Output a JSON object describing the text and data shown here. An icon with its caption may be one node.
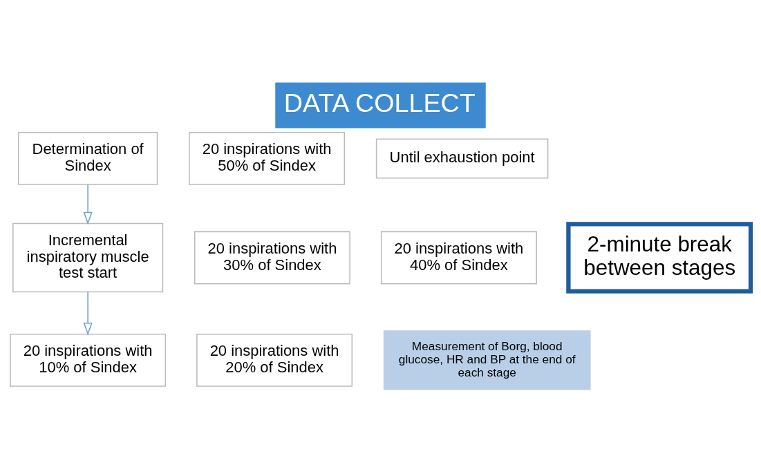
{
  "diagram": {
    "title": "DATA COLLECT",
    "nodes": [
      {
        "text": [
          "Determination of Sindex"
        ]
      },
      {
        "text": [
          "Incremental inspiratory muscle test start"
        ]
      },
      {
        "text": [
          "20 inspirations with 10% of Sindex"
        ]
      },
      {
        "text": [
          "20 inspirations with 20% of Sindex"
        ]
      },
      {
        "text": [
          "20 inspirations with 30% of Sindex"
        ]
      },
      {
        "text": [
          "20 inspirations with 40% of Sindex"
        ]
      },
      {
        "text": [
          "20 inspirations with 50% of Sindex"
        ]
      },
      {
        "text": [
          "Until exhaustion point"
        ]
      },
      {
        "text": [
          "2-minute break between stages"
        ]
      },
      {
        "text": [
          "Measurement of Borg, blood glucose, HR and BP at the end of each stage"
        ]
      }
    ],
    "edges": [
      {
        "from": 0,
        "to": 1,
        "arrow": "to"
      },
      {
        "from": 1,
        "to": 2,
        "arrow": "to"
      }
    ]
  }
}
